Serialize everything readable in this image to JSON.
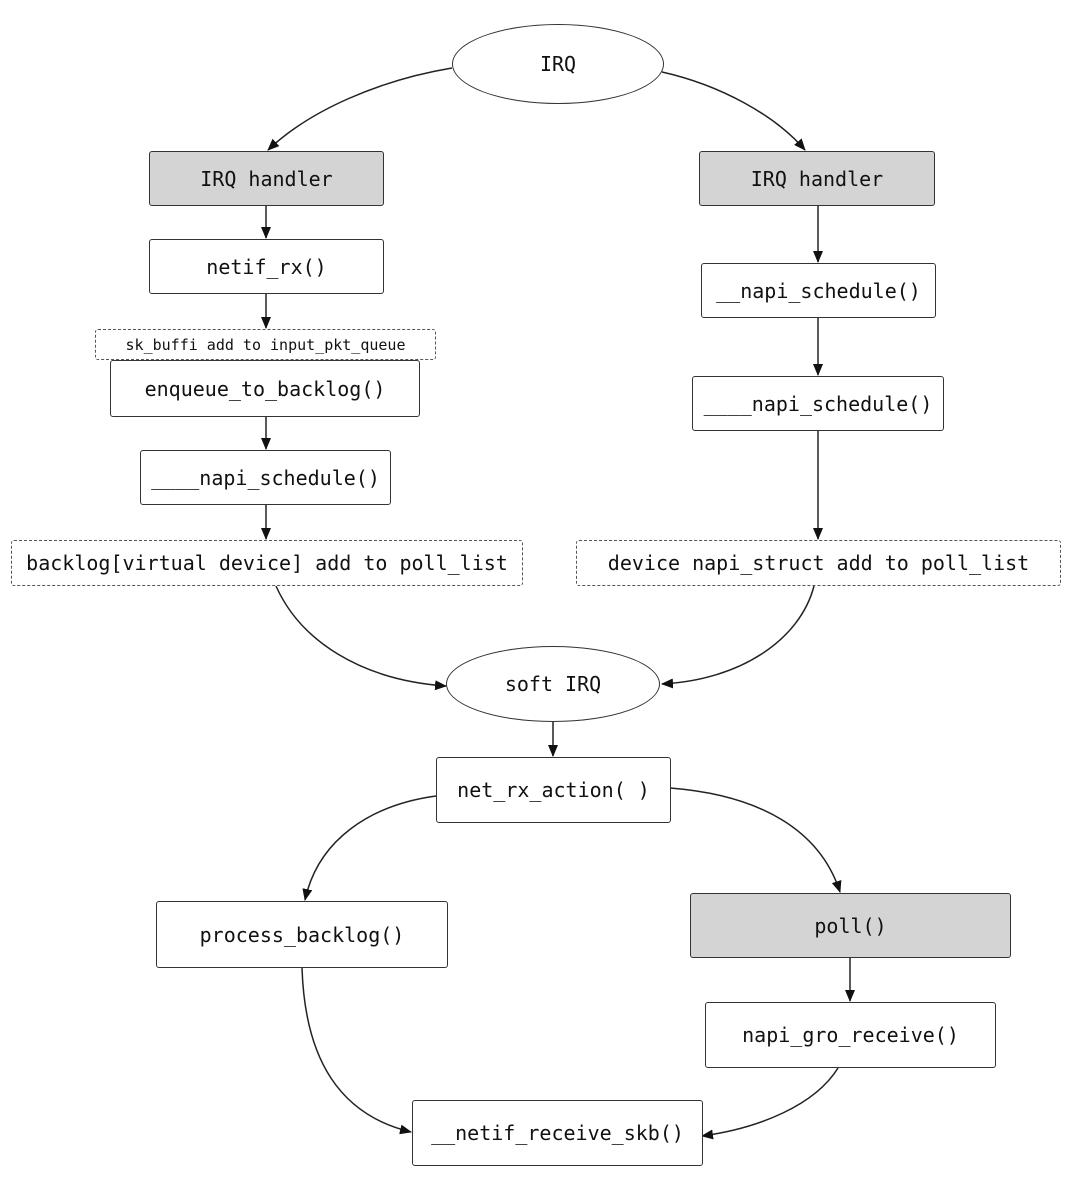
{
  "diagram": {
    "nodes": {
      "irq": "IRQ",
      "irq_handler_left": "IRQ handler",
      "irq_handler_right": "IRQ handler",
      "netif_rx": "netif_rx()",
      "sk_buff_note": "sk_buffi add to input_pkt_queue",
      "enqueue_to_backlog": "enqueue_to_backlog()",
      "napi_schedule_left": "____napi_schedule()",
      "backlog_note": "backlog[virtual device] add to poll_list",
      "napi_schedule_right_1": "__napi_schedule()",
      "napi_schedule_right_2": "____napi_schedule()",
      "device_note": "device napi_struct add to poll_list",
      "soft_irq": "soft IRQ",
      "net_rx_action": "net_rx_action( )",
      "process_backlog": "process_backlog()",
      "poll": "poll()",
      "napi_gro_receive": "napi_gro_receive()",
      "netif_receive_skb": "__netif_receive_skb()"
    }
  }
}
